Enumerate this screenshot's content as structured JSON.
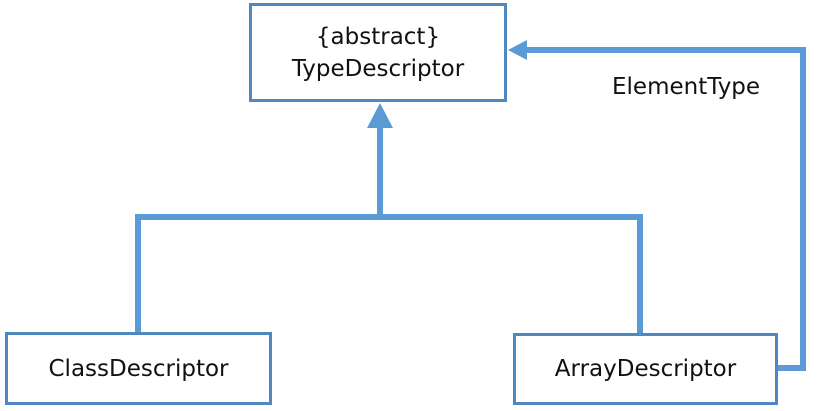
{
  "colors": {
    "line": "#5b9bd5",
    "box_border": "#4f87c1",
    "text": "#111111",
    "background": "#ffffff"
  },
  "type_descriptor": {
    "stereotype": "{abstract}",
    "name": "TypeDescriptor"
  },
  "class_descriptor": {
    "name": "ClassDescriptor"
  },
  "array_descriptor": {
    "name": "ArrayDescriptor"
  },
  "element_type_association": {
    "label": "ElementType"
  }
}
